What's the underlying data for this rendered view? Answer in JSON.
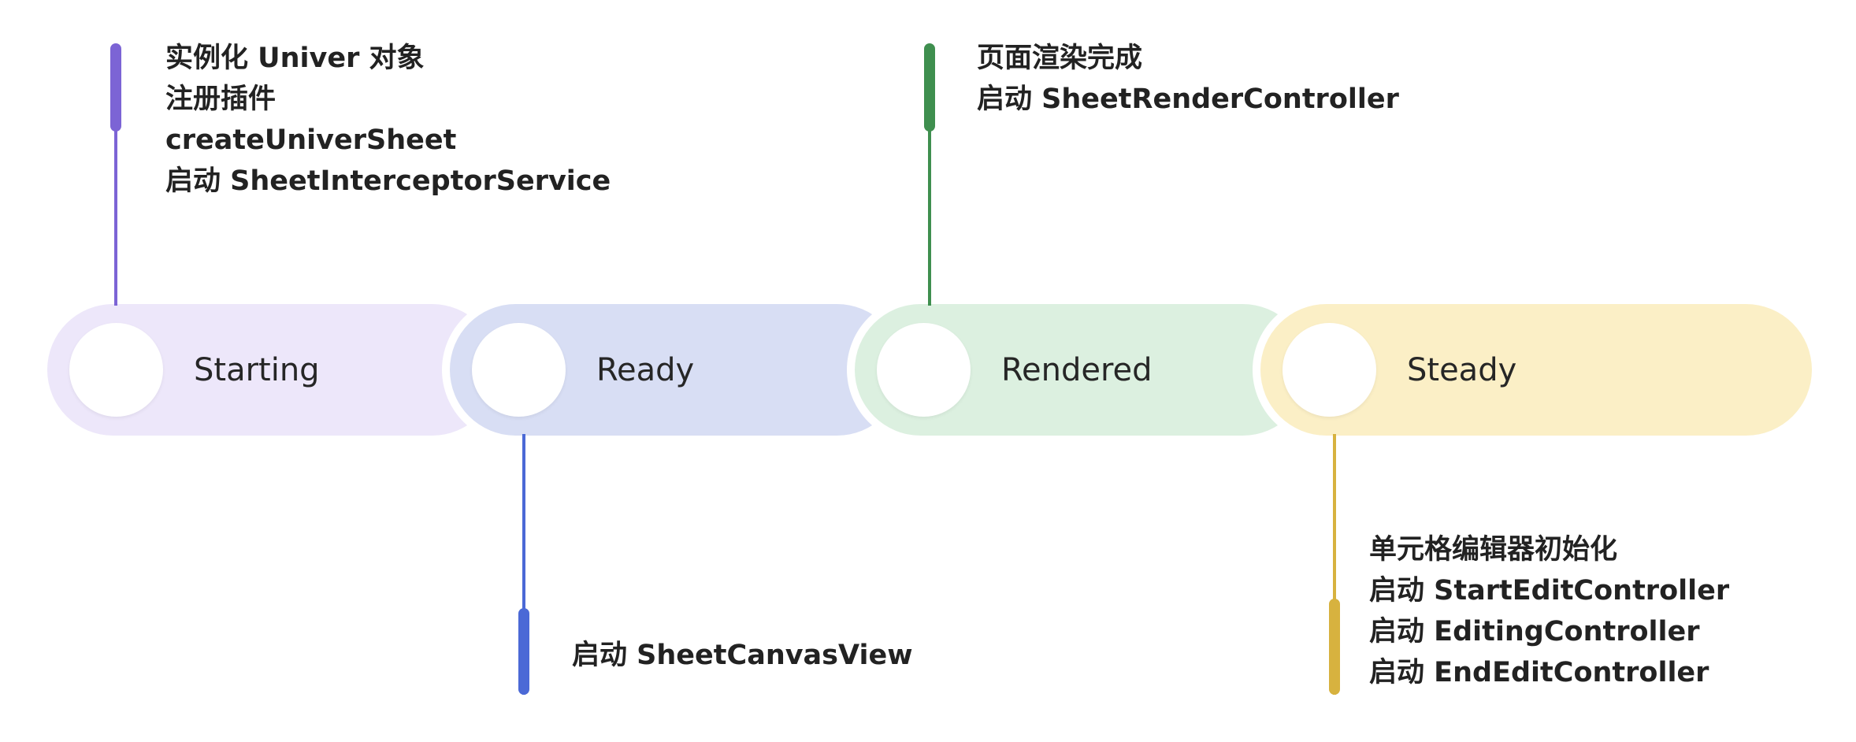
{
  "page": {
    "background_color": "#ffffff",
    "text_color": "#222222"
  },
  "stages": [
    {
      "id": "starting",
      "label": "Starting",
      "pill_color": "#EDE7FA",
      "line_color": "#7C64D5",
      "annotation_position": "above",
      "annotation_lines": [
        "实例化 Univer 对象",
        "注册插件",
        "createUniverSheet",
        "启动 SheetInterceptorService"
      ]
    },
    {
      "id": "ready",
      "label": "Ready",
      "pill_color": "#D8DEF4",
      "line_color": "#4B69D6",
      "annotation_position": "below",
      "annotation_lines": [
        "启动 SheetCanvasView"
      ]
    },
    {
      "id": "rendered",
      "label": "Rendered",
      "pill_color": "#DCF0E0",
      "line_color": "#3F8F4F",
      "annotation_position": "above",
      "annotation_lines": [
        "页面渲染完成",
        "启动 SheetRenderController"
      ]
    },
    {
      "id": "steady",
      "label": "Steady",
      "pill_color": "#FBEFC6",
      "line_color": "#D7B23F",
      "annotation_position": "below",
      "annotation_lines": [
        "单元格编辑器初始化",
        "启动 StartEditController",
        "启动 EditingController",
        "启动 EndEditController"
      ]
    }
  ]
}
